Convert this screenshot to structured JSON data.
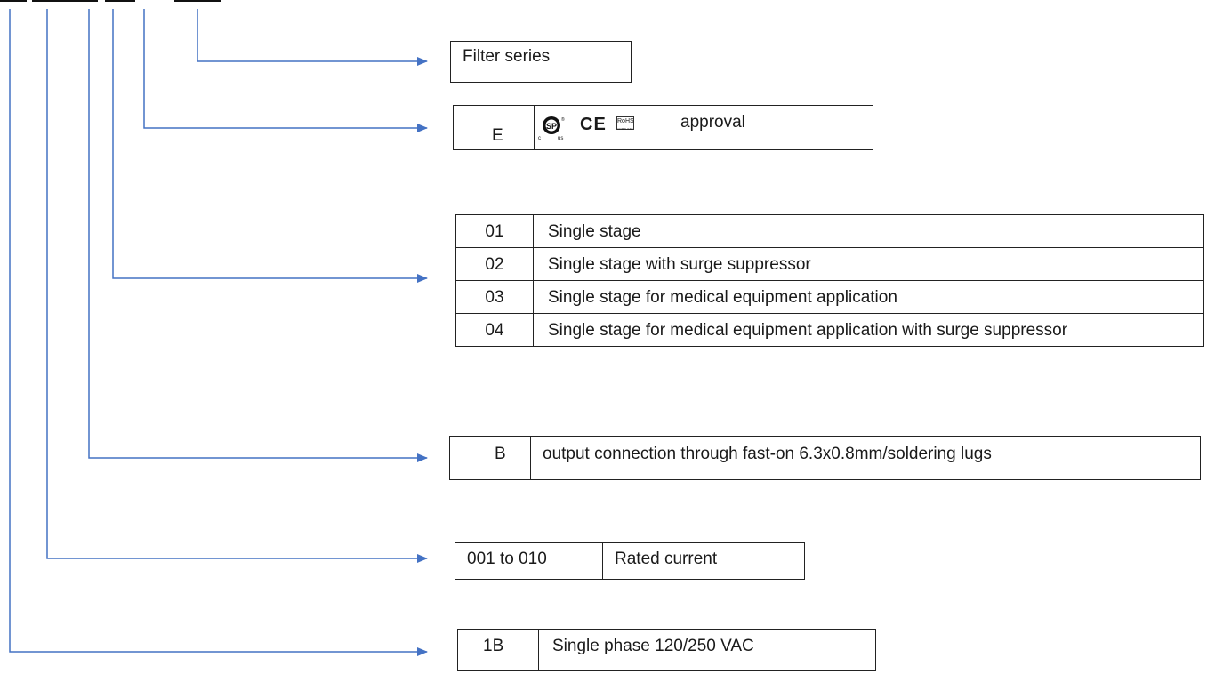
{
  "colors": {
    "connector": "#4472c4",
    "border": "#222222"
  },
  "series_box": {
    "label": "Filter series"
  },
  "approval_box": {
    "code": "E",
    "marks": [
      "csa-us-mark-icon",
      "ce-mark-icon",
      "rohs-compliant-icon"
    ],
    "ce_text": "CE",
    "rohs_text": "RoHS",
    "rohs_sub": "COMPLIANT",
    "label": "approval"
  },
  "stage_options": [
    {
      "code": "01",
      "description": "Single stage"
    },
    {
      "code": "02",
      "description": "Single stage with surge suppressor"
    },
    {
      "code": "03",
      "description": "Single stage for medical equipment application"
    },
    {
      "code": "04",
      "description": "Single stage for medical equipment application with surge suppressor"
    }
  ],
  "output_box": {
    "code": "B",
    "description": "output connection through fast-on 6.3x0.8mm/soldering lugs"
  },
  "current_box": {
    "code": "001 to 010",
    "description": "Rated current"
  },
  "phase_box": {
    "code": "1B",
    "description": "Single phase 120/250 VAC"
  }
}
